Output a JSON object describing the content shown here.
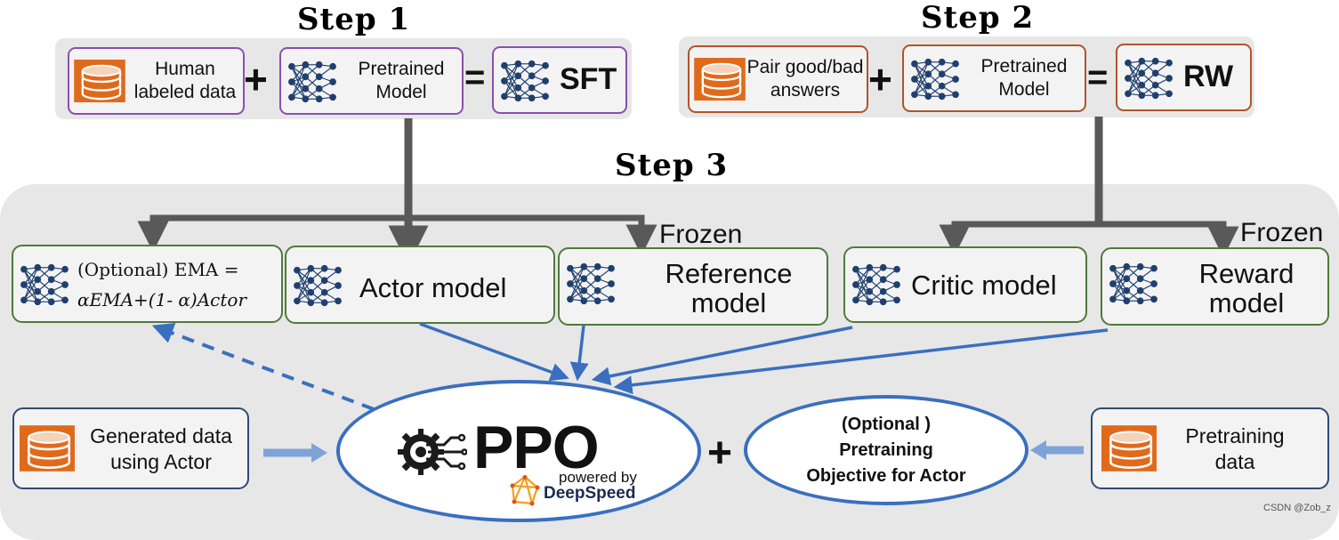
{
  "steps": {
    "step1": "Step 1",
    "step2": "Step 2",
    "step3": "Step 3"
  },
  "step1": {
    "data_label": "Human\nlabeled data",
    "plus": "+",
    "model_label": "Pretrained\nModel",
    "equals": "=",
    "result_label": "SFT"
  },
  "step2": {
    "data_label": "Pair good/bad\nanswers",
    "plus": "+",
    "model_label": "Pretrained\nModel",
    "equals": "=",
    "result_label": "RW"
  },
  "step3": {
    "ema_line1": "(Optional) EMA =",
    "ema_line2": "αEMA+(1- α)Actor",
    "actor": "Actor model",
    "reference": "Reference\nmodel",
    "critic": "Critic model",
    "reward": "Reward\nmodel",
    "frozen_left": "Frozen",
    "frozen_right": "Frozen",
    "generated_data": "Generated data\nusing Actor",
    "ppo": "PPO",
    "powered_by": "powered by",
    "deepspeed": "DeepSpeed",
    "plus": "+",
    "optional_pretraining": "(Optional )\nPretraining\nObjective for Actor",
    "pretraining_data": "Pretraining\ndata"
  },
  "watermark": "CSDN @Zob_z",
  "colors": {
    "panel": "#e7e7e7",
    "arrow_gray": "#595959",
    "arrow_blue": "#3a6fbf",
    "db_orange": "#e06a1c",
    "nn_blue": "#1f3f6e"
  }
}
